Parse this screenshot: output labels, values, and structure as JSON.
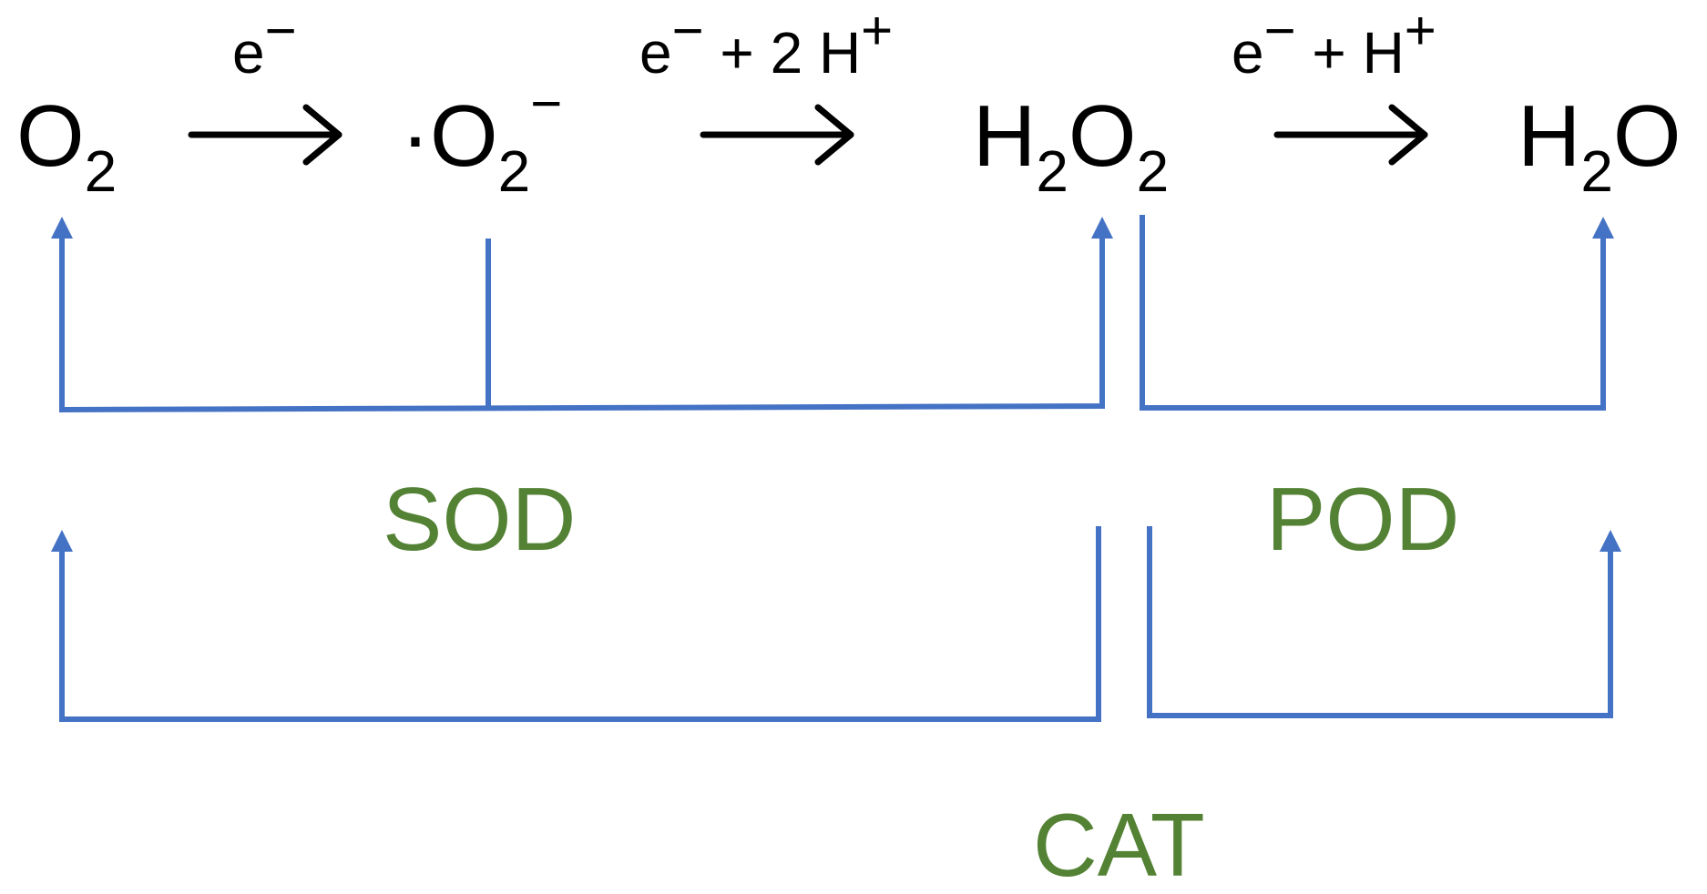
{
  "species": {
    "o2": {
      "main": "O",
      "sub": "2"
    },
    "superoxide": {
      "dot": "·",
      "main": "O",
      "sub": "2",
      "sup": "−"
    },
    "h2o2": {
      "a": "H",
      "sub1": "2",
      "b": "O",
      "sub2": "2"
    },
    "h2o": {
      "a": "H",
      "sub": "2",
      "b": "O"
    }
  },
  "reactions": [
    {
      "label_base": "e",
      "label_sup": "−",
      "label_rest": ""
    },
    {
      "label_base": "e",
      "label_sup": "−",
      "label_rest": " + 2 H",
      "label_sup2": "+"
    },
    {
      "label_base": "e",
      "label_sup": "−",
      "label_rest": " + H",
      "label_sup2": "+"
    }
  ],
  "enzymes": {
    "sod": "SOD",
    "pod": "POD",
    "cat": "CAT"
  },
  "colors": {
    "pathway": "#4472C4",
    "enzyme": "#548235",
    "text": "#000000"
  }
}
